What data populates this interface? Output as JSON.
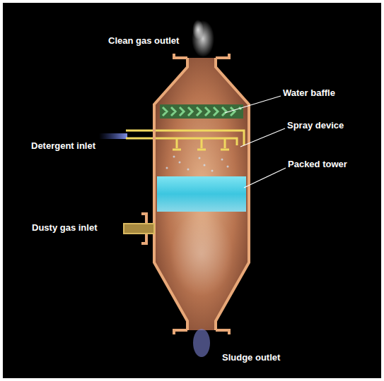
{
  "diagram": {
    "labels": [
      "Clean gas outlet",
      "Water baffle",
      "Spray device",
      "Packed tower",
      "Detergent inlet",
      "Dusty gas inlet",
      "Sludge outlet"
    ]
  }
}
